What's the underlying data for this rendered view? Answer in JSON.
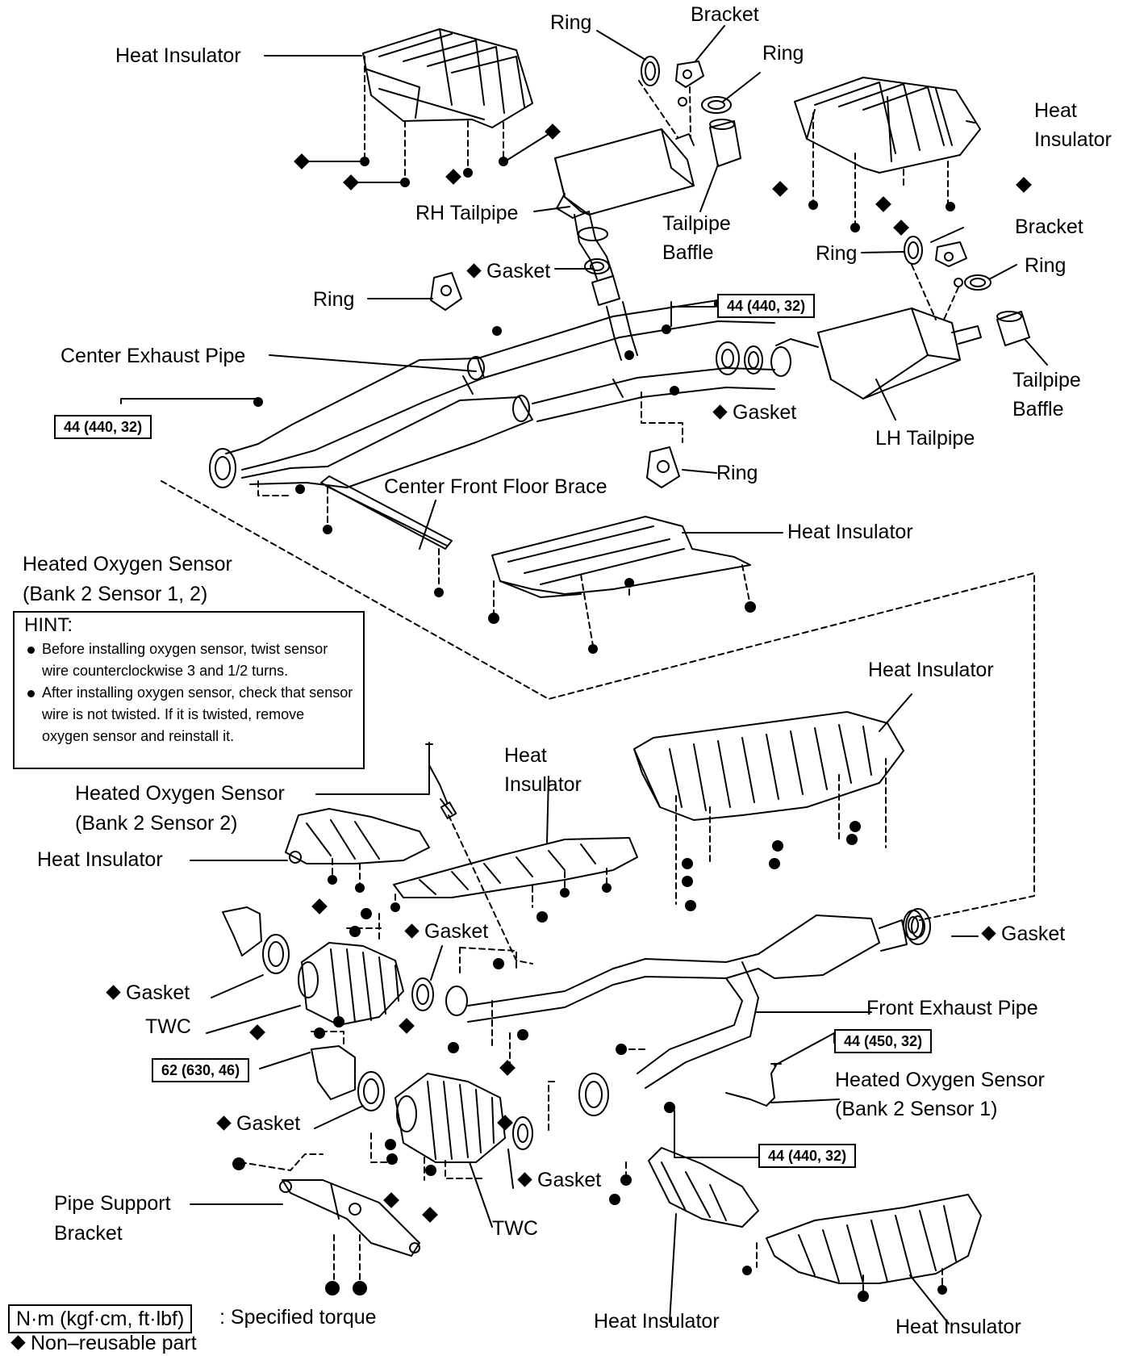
{
  "labels": {
    "heat_insulator_top_left": "Heat Insulator",
    "ring_top": "Ring",
    "bracket_top": "Bracket",
    "ring_top_right": "Ring",
    "heat_insulator_top_right_1": "Heat",
    "heat_insulator_top_right_2": "Insulator",
    "rh_tailpipe": "RH Tailpipe",
    "tailpipe_baffle_1": "Tailpipe",
    "tailpipe_baffle_2": "Baffle",
    "bracket_right": "Bracket",
    "ring_right_left": "Ring",
    "ring_right": "Ring",
    "gasket_rh": "Gasket",
    "ring_left": "Ring",
    "center_exhaust_pipe": "Center Exhaust Pipe",
    "tailpipe_baffle_right_1": "Tailpipe",
    "tailpipe_baffle_right_2": "Baffle",
    "gasket_center": "Gasket",
    "lh_tailpipe": "LH Tailpipe",
    "ring_bottom_center": "Ring",
    "center_front_floor_brace": "Center Front Floor Brace",
    "heat_insulator_floor": "Heat Insulator",
    "hos_bank2_s12_1": "Heated Oxygen Sensor",
    "hos_bank2_s12_2": "(Bank 2 Sensor 1, 2)",
    "heat_insulator_mid_right": "Heat Insulator",
    "heat_insulator_mid_1": "Heat",
    "heat_insulator_mid_2": "Insulator",
    "hos_bank2_s2_1": "Heated Oxygen Sensor",
    "hos_bank2_s2_2": "(Bank 2 Sensor 2)",
    "heat_insulator_left": "Heat Insulator",
    "gasket_mid": "Gasket",
    "gasket_right": "Gasket",
    "gasket_left": "Gasket",
    "twc_upper": "TWC",
    "front_exhaust_pipe": "Front Exhaust Pipe",
    "hos_bank2_s1_1": "Heated Oxygen Sensor",
    "hos_bank2_s1_2": "(Bank 2 Sensor 1)",
    "gasket_lower_left": "Gasket",
    "gasket_lower": "Gasket",
    "pipe_support_bracket_1": "Pipe Support",
    "pipe_support_bracket_2": "Bracket",
    "twc_lower": "TWC",
    "heat_insulator_bottom_mid": "Heat Insulator",
    "heat_insulator_bottom_right": "Heat Insulator"
  },
  "torque": {
    "t_center_left": "44 (440, 32)",
    "t_center_right": "44 (440, 32)",
    "t_front_upper": "44 (450, 32)",
    "t_front_lower": "44 (440, 32)",
    "t_twc": "62 (630, 46)"
  },
  "hint": {
    "title": "HINT:",
    "items": [
      "Before installing oxygen sensor, twist sensor wire counterclockwise 3 and 1/2 turns.",
      "After installing oxygen sensor, check that sensor wire is not twisted. If it is twisted, remove oxygen sensor and reinstall it."
    ]
  },
  "legend": {
    "unit_box": "N·m (kgf·cm, ft·lbf)",
    "unit_text": ": Specified torque",
    "non_reusable": "Non–reusable part"
  }
}
